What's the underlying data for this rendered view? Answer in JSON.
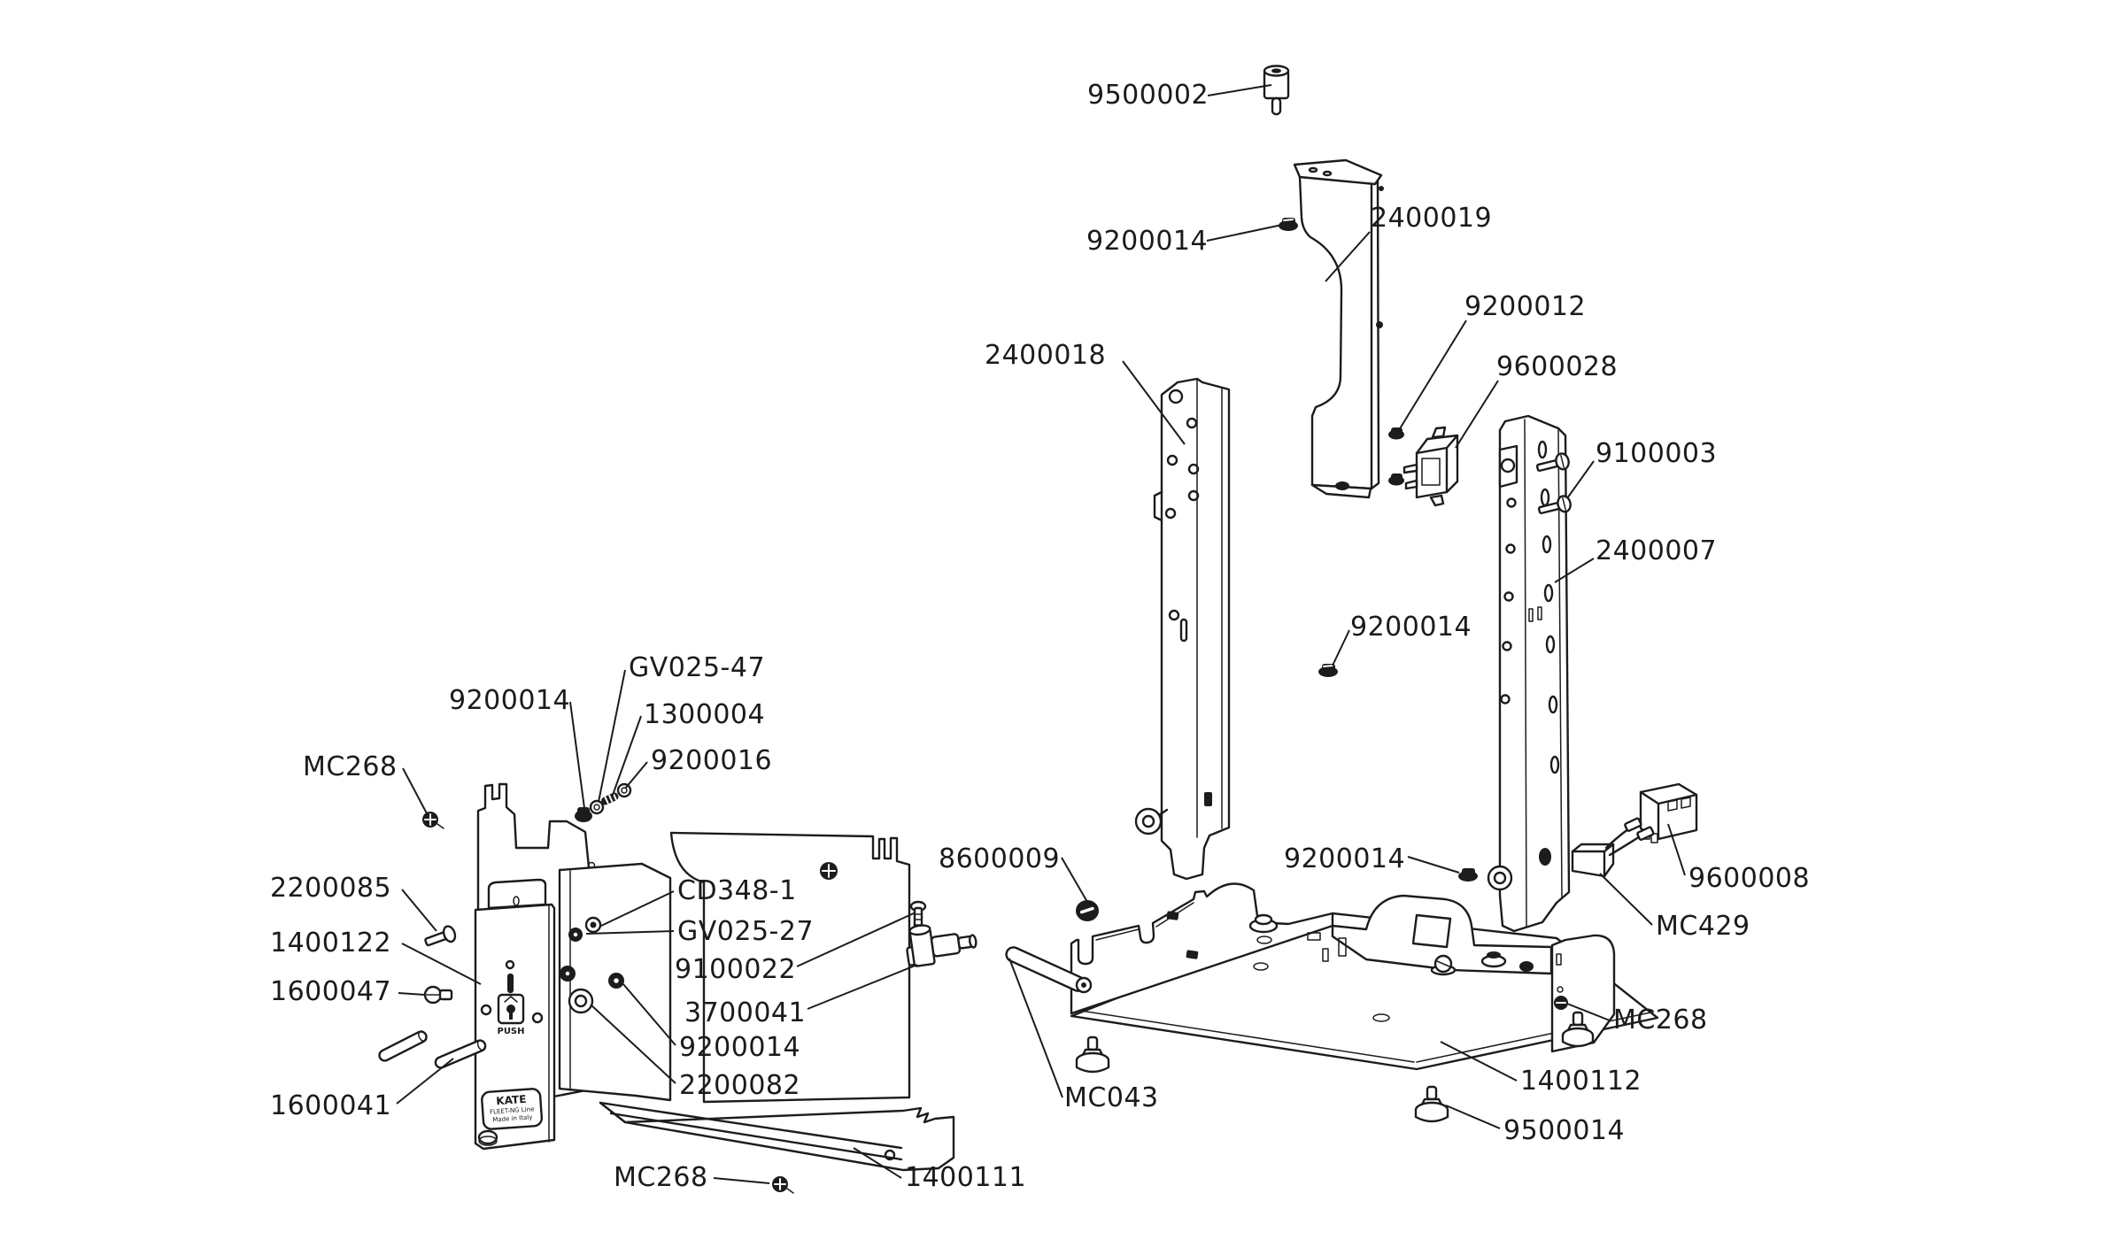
{
  "figure": {
    "type": "exploded-parts-diagram",
    "background": "#ffffff",
    "line_color": "#1c1c1c"
  },
  "labels": [
    {
      "part": "9500002",
      "text": "9500002"
    },
    {
      "part": "9200014",
      "text": "9200014"
    },
    {
      "part": "2400019",
      "text": "2400019"
    },
    {
      "part": "9200012",
      "text": "9200012"
    },
    {
      "part": "9600028",
      "text": "9600028"
    },
    {
      "part": "9100003",
      "text": "9100003"
    },
    {
      "part": "2400007",
      "text": "2400007"
    },
    {
      "part": "2400018",
      "text": "2400018"
    },
    {
      "part": "9200014",
      "text": "9200014"
    },
    {
      "part": "GV025-47",
      "text": "GV025-47"
    },
    {
      "part": "1300004",
      "text": "1300004"
    },
    {
      "part": "9200016",
      "text": "9200016"
    },
    {
      "part": "9200014",
      "text": "9200014"
    },
    {
      "part": "MC268",
      "text": "MC268"
    },
    {
      "part": "2200085",
      "text": "2200085"
    },
    {
      "part": "1400122",
      "text": "1400122"
    },
    {
      "part": "1600047",
      "text": "1600047"
    },
    {
      "part": "1600041",
      "text": "1600041"
    },
    {
      "part": "CD348-1",
      "text": "CD348-1"
    },
    {
      "part": "GV025-27",
      "text": "GV025-27"
    },
    {
      "part": "9100022",
      "text": "9100022"
    },
    {
      "part": "3700041",
      "text": "3700041"
    },
    {
      "part": "9200014",
      "text": "9200014"
    },
    {
      "part": "2200082",
      "text": "2200082"
    },
    {
      "part": "8600009",
      "text": "8600009"
    },
    {
      "part": "MC043",
      "text": "MC043"
    },
    {
      "part": "9200014",
      "text": "9200014"
    },
    {
      "part": "9600008",
      "text": "9600008"
    },
    {
      "part": "MC429",
      "text": "MC429"
    },
    {
      "part": "MC268",
      "text": "MC268"
    },
    {
      "part": "1400112",
      "text": "1400112"
    },
    {
      "part": "9500014",
      "text": "9500014"
    },
    {
      "part": "MC268",
      "text": "MC268"
    },
    {
      "part": "1400111",
      "text": "1400111"
    }
  ],
  "door": {
    "push": "PUSH",
    "plate_line1": "KATE",
    "plate_line2": "FLEET-NG Line",
    "plate_line3": "Made in Italy"
  }
}
